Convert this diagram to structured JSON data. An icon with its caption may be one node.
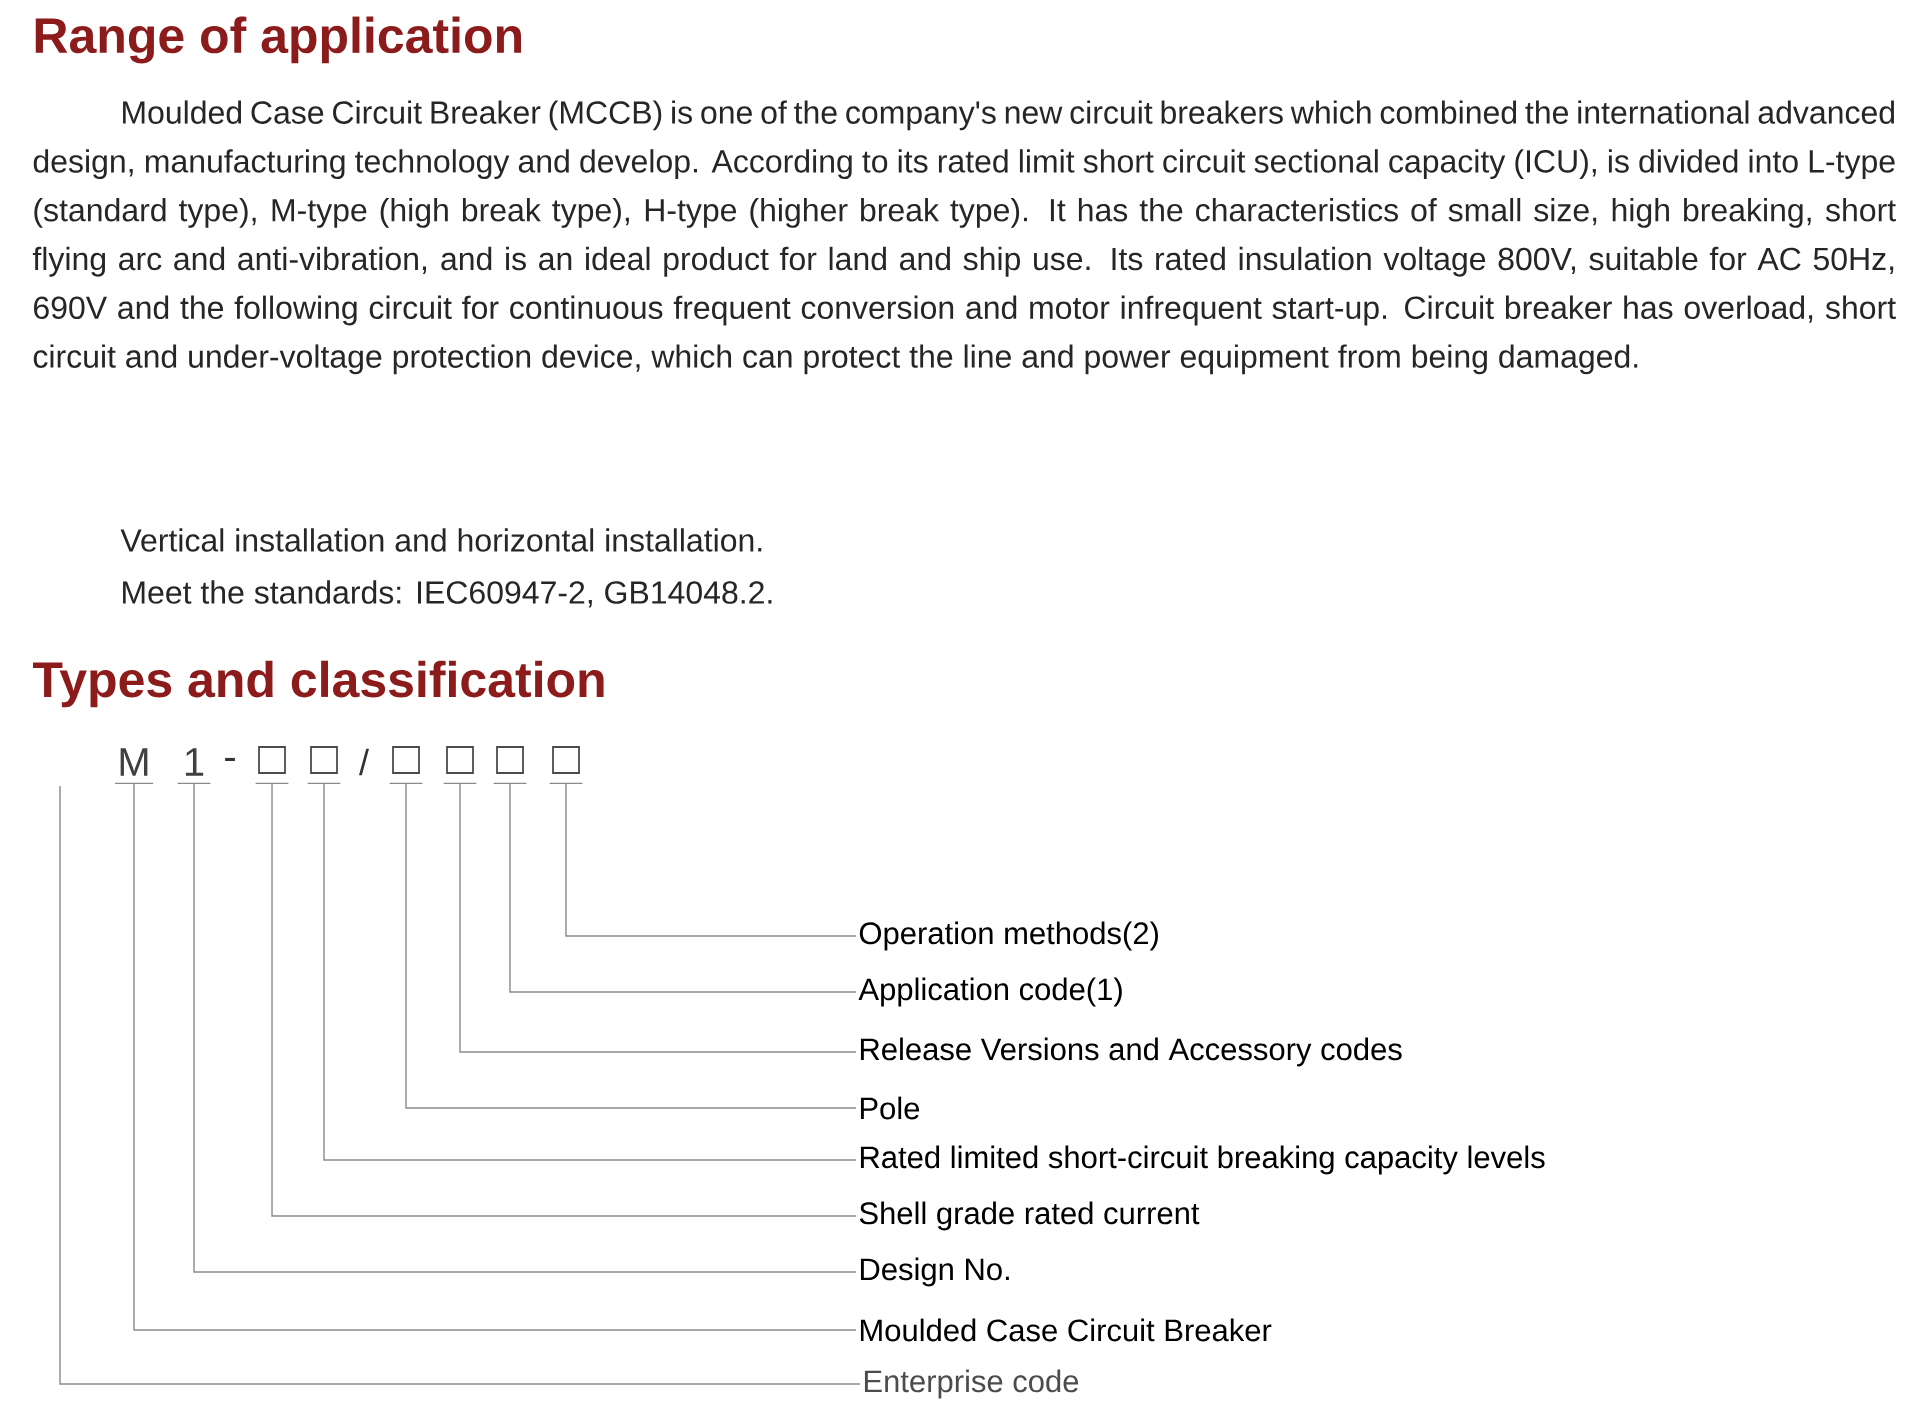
{
  "diagram": {
    "title": "Range of application",
    "nodes": [
      {
        "text": [
          "M"
        ]
      },
      {
        "text": [
          "1"
        ]
      },
      {
        "text": [],
        "shape": "box"
      },
      {
        "text": [],
        "shape": "box"
      },
      {
        "text": [],
        "shape": "box"
      },
      {
        "text": [],
        "shape": "box"
      },
      {
        "text": [],
        "shape": "box"
      },
      {
        "text": [],
        "shape": "box"
      },
      {
        "text": [
          "Operation methods(2)"
        ]
      },
      {
        "text": [
          "Application code(1)"
        ]
      },
      {
        "text": [
          "Release Versions and Accessory codes"
        ]
      },
      {
        "text": [
          "Pole"
        ]
      },
      {
        "text": [
          "Rated limited short-circuit breaking capacity levels"
        ]
      },
      {
        "text": [
          "Shell grade rated current"
        ]
      },
      {
        "text": [
          "Design No."
        ]
      },
      {
        "text": [
          "Moulded Case Circuit Breaker"
        ]
      },
      {
        "text": [
          "Enterprise code"
        ]
      }
    ],
    "edges": [
      {
        "from": 8,
        "to": 7,
        "arrow": "none"
      },
      {
        "from": 9,
        "to": 6,
        "arrow": "none"
      },
      {
        "from": 10,
        "to": 5,
        "arrow": "none"
      },
      {
        "from": 11,
        "to": 4,
        "arrow": "none"
      },
      {
        "from": 12,
        "to": 3,
        "arrow": "none"
      },
      {
        "from": 13,
        "to": 2,
        "arrow": "none"
      },
      {
        "from": 14,
        "to": 1,
        "arrow": "none"
      },
      {
        "from": 15,
        "to": 0,
        "arrow": "none"
      },
      {
        "from": 16,
        "to": null,
        "arrow": "none"
      }
    ],
    "labels": [
      "Moulded Case Circuit Breaker (MCCB) is one of the company's new circuit breakers which combined the international advanced design, manufacturing technology and develop. According to its rated limit short circuit sectional capacity (ICU), is divided into L-type (standard type), M-type (high break type), H-type (higher break type). It has the characteristics of small size, high breaking, short flying arc and anti-vibration, and is an ideal product for land and ship use. Its rated insulation voltage 800V, suitable for AC 50Hz, 690V and the following circuit for continuous frequent conversion and motor infrequent start-up. Circuit breaker has overload, short circuit and under-voltage protection device, which can protect the line and power equipment from being damaged.",
      "Vertical installation and horizontal installation.",
      "Meet the standards: IEC60947-2, GB14048.2.",
      "Types and classification",
      "-",
      "/"
    ]
  }
}
